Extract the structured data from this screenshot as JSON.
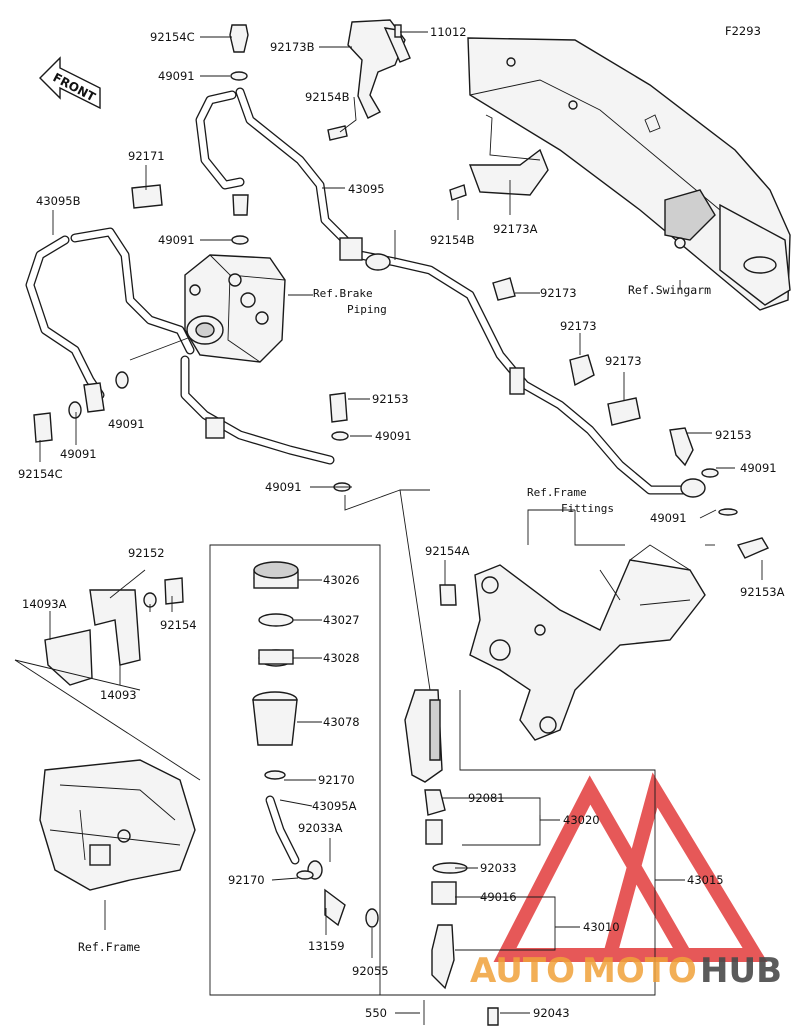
{
  "figure_id": "F2293",
  "front_label": "FRONT",
  "ref_labels": {
    "brake_piping": "Ref.Brake Piping",
    "swingarm": "Ref.Swingarm",
    "frame_fittings": "Ref.Frame Fittings",
    "frame": "Ref.Frame"
  },
  "parts": {
    "p92154C_top": "92154C",
    "p92173B": "92173B",
    "p11012": "11012",
    "p49091_top": "49091",
    "p92154B_upper": "92154B",
    "p92171": "92171",
    "p43095": "43095",
    "p43095B": "43095B",
    "p49091_mid": "49091",
    "p92154B_lower": "92154B",
    "p92173A": "92173A",
    "p92173_a": "92173",
    "p92173_b": "92173",
    "p92173_c": "92173",
    "p92153_mid": "92153",
    "p49091_mid2": "49091",
    "p49091_left": "49091",
    "p49091_left2": "49091",
    "p92154C_left": "92154C",
    "p49091_low": "49091",
    "p92153_right": "92153",
    "p49091_right": "49091",
    "p49091_right2": "49091",
    "p92152": "92152",
    "p92154": "92154",
    "p14093A": "14093A",
    "p14093": "14093",
    "p92154A": "92154A",
    "p92153A": "92153A",
    "p43026": "43026",
    "p43027": "43027",
    "p43028": "43028",
    "p43078": "43078",
    "p92170_top": "92170",
    "p43095A": "43095A",
    "p92033A": "92033A",
    "p92170_low": "92170",
    "p13159": "13159",
    "p92055": "92055",
    "p92081": "92081",
    "p43020": "43020",
    "p92033": "92033",
    "p49016": "49016",
    "p43015": "43015",
    "p43010": "43010",
    "p550": "550",
    "p92043": "92043"
  },
  "watermark": {
    "text_a": "AUTO",
    "text_b": "MOTO",
    "text_c": "HUB",
    "color_red": "#e23b3b",
    "color_orange": "#f0a23a",
    "color_dark": "#4a4a4a"
  }
}
